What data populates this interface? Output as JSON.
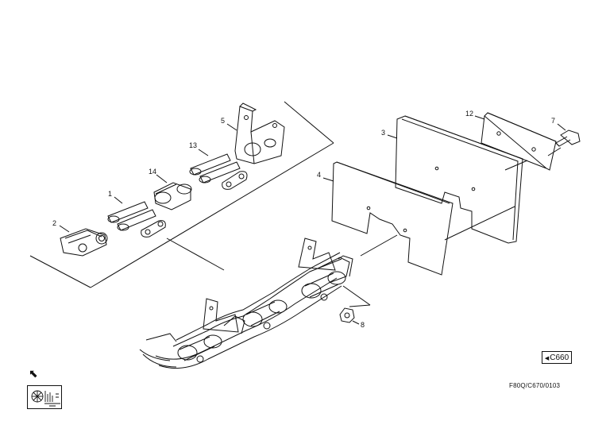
{
  "callouts": {
    "c1": "1",
    "c2": "2",
    "c3": "3",
    "c4": "4",
    "c5": "5",
    "c7": "7",
    "c8": "8",
    "c12": "12",
    "c13": "13",
    "c14": "14"
  },
  "reference": {
    "target": "C660"
  },
  "drawing_id": "F80Q/C670/0103",
  "icons": {
    "reference_arrow": "arrow-left-icon",
    "nav_arrow": "arrow-down-left-icon",
    "nav_symbol": "machine-group-icon"
  },
  "colors": {
    "line": "#111111",
    "background": "#ffffff"
  }
}
